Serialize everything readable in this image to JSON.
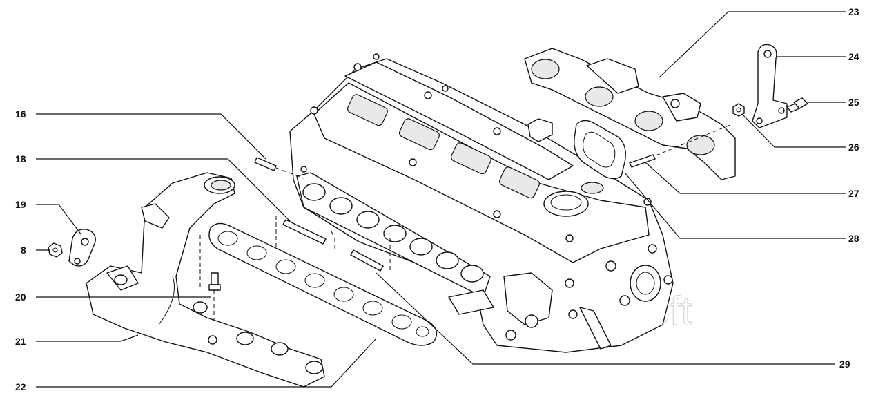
{
  "watermark": "AutoSoft",
  "callouts": [
    {
      "id": "16",
      "label": "16"
    },
    {
      "id": "18",
      "label": "18"
    },
    {
      "id": "19",
      "label": "19"
    },
    {
      "id": "8",
      "label": "8"
    },
    {
      "id": "20",
      "label": "20"
    },
    {
      "id": "21",
      "label": "21"
    },
    {
      "id": "22",
      "label": "22"
    },
    {
      "id": "23",
      "label": "23"
    },
    {
      "id": "24",
      "label": "24"
    },
    {
      "id": "25",
      "label": "25"
    },
    {
      "id": "26",
      "label": "26"
    },
    {
      "id": "27",
      "label": "27"
    },
    {
      "id": "28",
      "label": "28"
    },
    {
      "id": "29",
      "label": "29"
    }
  ]
}
